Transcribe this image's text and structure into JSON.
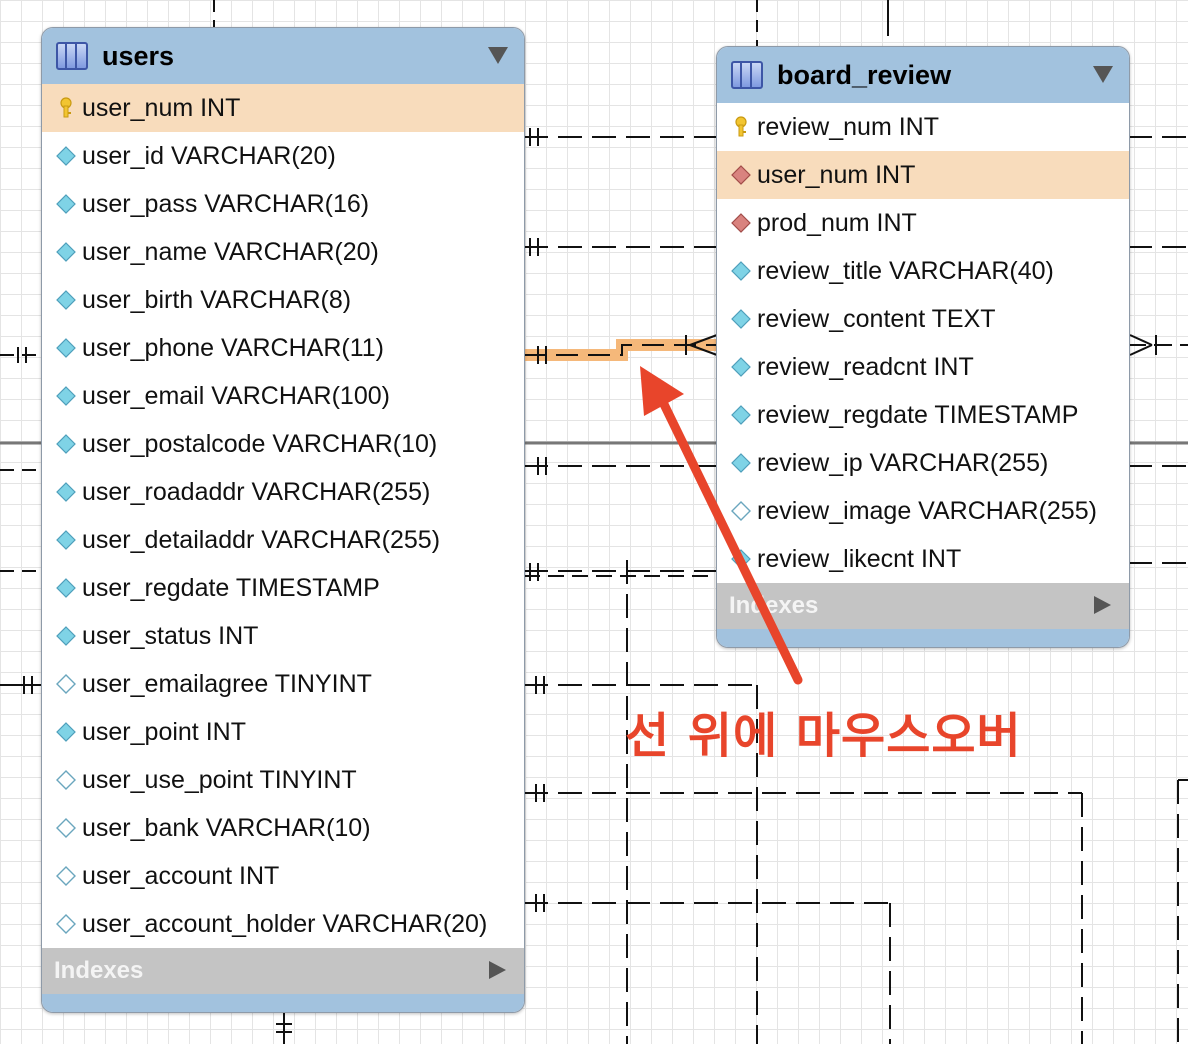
{
  "tables": {
    "users": {
      "title": "users",
      "columns": [
        {
          "text": "user_num INT",
          "icon": "key-icon",
          "highlight": true
        },
        {
          "text": "user_id VARCHAR(20)",
          "icon": "column-filled-icon"
        },
        {
          "text": "user_pass VARCHAR(16)",
          "icon": "column-filled-icon"
        },
        {
          "text": "user_name VARCHAR(20)",
          "icon": "column-filled-icon"
        },
        {
          "text": "user_birth VARCHAR(8)",
          "icon": "column-filled-icon"
        },
        {
          "text": "user_phone VARCHAR(11)",
          "icon": "column-filled-icon"
        },
        {
          "text": "user_email VARCHAR(100)",
          "icon": "column-filled-icon"
        },
        {
          "text": "user_postalcode VARCHAR(10)",
          "icon": "column-filled-icon"
        },
        {
          "text": "user_roadaddr VARCHAR(255)",
          "icon": "column-filled-icon"
        },
        {
          "text": "user_detailaddr VARCHAR(255)",
          "icon": "column-filled-icon"
        },
        {
          "text": "user_regdate TIMESTAMP",
          "icon": "column-filled-icon"
        },
        {
          "text": "user_status INT",
          "icon": "column-filled-icon"
        },
        {
          "text": "user_emailagree TINYINT",
          "icon": "column-nullable-icon"
        },
        {
          "text": "user_point INT",
          "icon": "column-filled-icon"
        },
        {
          "text": "user_use_point TINYINT",
          "icon": "column-nullable-icon"
        },
        {
          "text": "user_bank VARCHAR(10)",
          "icon": "column-nullable-icon"
        },
        {
          "text": "user_account INT",
          "icon": "column-nullable-icon"
        },
        {
          "text": "user_account_holder VARCHAR(20)",
          "icon": "column-nullable-icon"
        }
      ],
      "indexes_label": "Indexes"
    },
    "board_review": {
      "title": "board_review",
      "columns": [
        {
          "text": "review_num INT",
          "icon": "key-icon"
        },
        {
          "text": "user_num INT",
          "icon": "foreign-key-icon",
          "highlight": true
        },
        {
          "text": "prod_num INT",
          "icon": "foreign-key-icon"
        },
        {
          "text": "review_title VARCHAR(40)",
          "icon": "column-filled-icon"
        },
        {
          "text": "review_content TEXT",
          "icon": "column-filled-icon"
        },
        {
          "text": "review_readcnt INT",
          "icon": "column-filled-icon"
        },
        {
          "text": "review_regdate TIMESTAMP",
          "icon": "column-filled-icon"
        },
        {
          "text": "review_ip VARCHAR(255)",
          "icon": "column-filled-icon"
        },
        {
          "text": "review_image VARCHAR(255)",
          "icon": "column-nullable-icon"
        },
        {
          "text": "review_likecnt INT",
          "icon": "column-filled-icon"
        }
      ],
      "indexes_label": "Indexes"
    }
  },
  "annotation": {
    "text": "선 위에 마우스오버",
    "color": "#e8452b"
  },
  "colors": {
    "header": "#a2c2de",
    "row_highlight": "#f8dcbc",
    "relationship_highlight": "#f5b87a"
  }
}
